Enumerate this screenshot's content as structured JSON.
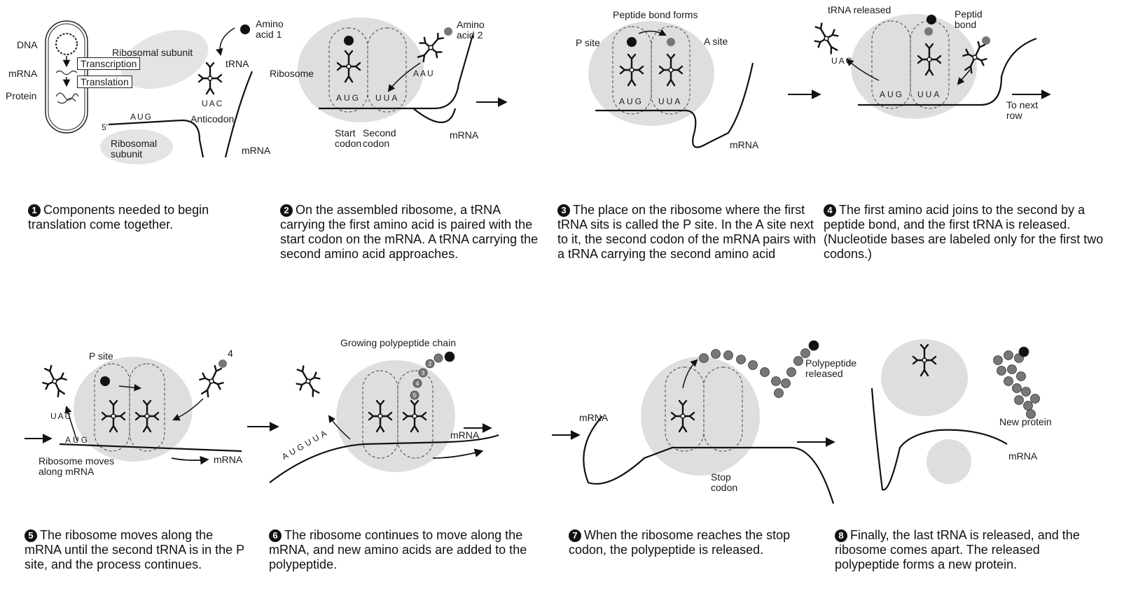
{
  "panel1": {
    "dna": "DNA",
    "mrna": "mRNA",
    "protein": "Protein",
    "transcription": "Transcription",
    "translation": "Translation",
    "ribosomal_subunit_top": "Ribosomal subunit",
    "ribosomal_subunit_bottom": "Ribosomal\nsubunit",
    "amino_acid_1": "Amino\nacid 1",
    "trna": "tRNA",
    "anticodon": "Anticodon",
    "anticodon_bases": "UAC",
    "codon_bases": "AUG",
    "five_prime": "5'",
    "mrna_label": "mRNA"
  },
  "panel2": {
    "ribosome": "Ribosome",
    "amino_acid_2": "Amino\nacid 2",
    "start_codon": "Start\ncodon",
    "second_codon": "Second\ncodon",
    "mrna_label": "mRNA",
    "codon1": "AUG",
    "codon2": "UUA",
    "anticodon2": "AAU"
  },
  "panel3": {
    "peptide_bond_forms": "Peptide bond forms",
    "p_site": "P site",
    "a_site": "A site",
    "mrna_label": "mRNA",
    "codon1": "AUG",
    "codon2": "UUA"
  },
  "panel4": {
    "trna_released": "tRNA released",
    "peptide_bond": "Peptid\nbond",
    "to_next_row": "To next\nrow",
    "released_bases": "UAC",
    "codon1": "AUG",
    "codon2": "UUA"
  },
  "panel5": {
    "p_site": "P site",
    "four": "4",
    "ribosome_moves": "Ribosome moves\nalong mRNA",
    "mrna_label": "mRNA",
    "released_bases": "UAC",
    "codon": "AUG"
  },
  "panel6": {
    "growing_chain": "Growing polypeptide chain",
    "mrna_label": "mRNA",
    "bases": "AUGUUA"
  },
  "panel7": {
    "mrna_label": "mRNA",
    "polypeptide_released": "Polypeptide\nreleased",
    "stop_codon": "Stop\ncodon"
  },
  "panel8": {
    "new_protein": "New protein",
    "mrna_label": "mRNA"
  },
  "captions": [
    {
      "num": "1",
      "text": "Components needed to begin translation come together."
    },
    {
      "num": "2",
      "text": "On the assembled ribosome, a tRNA carrying the first amino acid is paired with the start codon on the mRNA. A tRNA carrying the second amino acid approaches."
    },
    {
      "num": "3",
      "text": "The place on the ribosome where the first tRNA sits is called the P site. In the A site next to it, the second codon of the mRNA pairs with a tRNA carrying the second amino acid"
    },
    {
      "num": "4",
      "text": "The first amino acid joins to the second by a peptide bond, and the first tRNA is released. (Nucleotide bases are labeled only for the first two codons.)"
    },
    {
      "num": "5",
      "text": "The ribosome moves along the mRNA until the second tRNA is in the P site, and the process continues."
    },
    {
      "num": "6",
      "text": "The ribosome continues to move along the mRNA, and new amino acids are added to the polypeptide."
    },
    {
      "num": "7",
      "text": "When the ribosome reaches the stop codon, the polypeptide is released."
    },
    {
      "num": "8",
      "text": "Finally, the last tRNA is released, and the ribosome comes apart. The released polypeptide forms a new protein."
    }
  ],
  "peptide_numbers": [
    "2",
    "3",
    "4",
    "5"
  ],
  "colors": {
    "ink": "#1a1a1a",
    "ribosome": "#dcdcdc",
    "amino_dark": "#111111",
    "amino_gray": "#777777"
  }
}
